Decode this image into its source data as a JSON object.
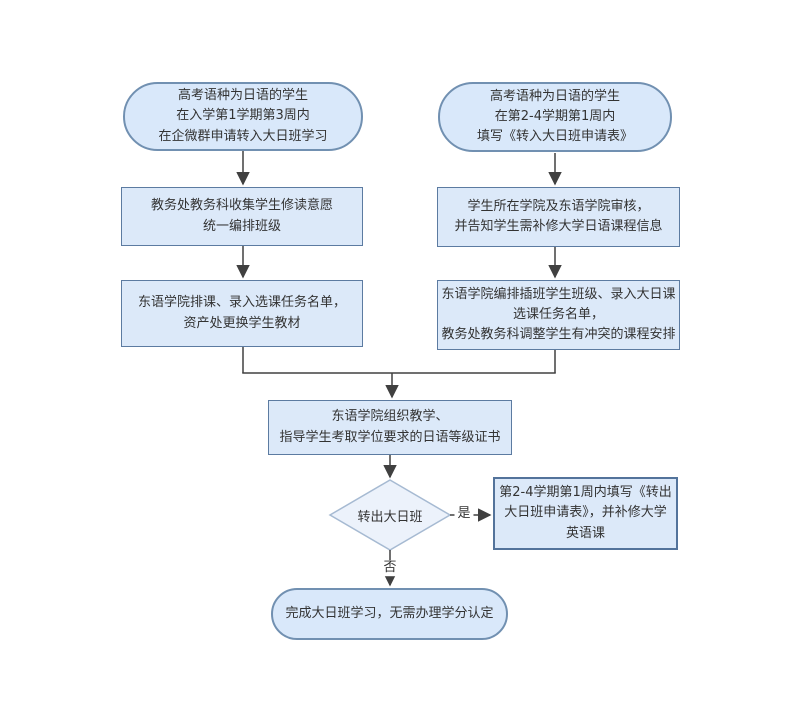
{
  "diagram": {
    "type": "flowchart",
    "background": "#ffffff",
    "colors": {
      "node_fill": "#dce9f9",
      "stadium_border": "#7190b1",
      "rect_border": "#5c7ba1",
      "diamond_fill": "#ecf2fb",
      "diamond_border": "#a6bad2",
      "line": "#404040",
      "text": "#333333"
    },
    "nodes": {
      "start_left": {
        "shape": "stadium",
        "lines": [
          "高考语种为日语的学生",
          "在入学第1学期第3周内",
          "在企微群申请转入大日班学习"
        ]
      },
      "start_right": {
        "shape": "stadium",
        "lines": [
          "高考语种为日语的学生",
          "在第2-4学期第1周内",
          "填写《转入大日班申请表》"
        ]
      },
      "left_step1": {
        "shape": "rect",
        "lines": [
          "教务处教务科收集学生修读意愿",
          "统一编排班级"
        ]
      },
      "right_step1": {
        "shape": "rect",
        "lines": [
          "学生所在学院及东语学院审核，",
          "并告知学生需补修大学日语课程信息"
        ]
      },
      "left_step2": {
        "shape": "rect",
        "lines": [
          "东语学院排课、录入选课任务名单，",
          "资产处更换学生教材"
        ]
      },
      "right_step2": {
        "shape": "rect",
        "lines": [
          "东语学院编排插班学生班级、录入大日课",
          "选课任务名单，",
          "教务处教务科调整学生有冲突的课程安排"
        ]
      },
      "merged_step": {
        "shape": "rect",
        "lines": [
          "东语学院组织教学、",
          "指导学生考取学位要求的日语等级证书"
        ]
      },
      "decision": {
        "shape": "diamond",
        "label": "转出大日班"
      },
      "yes_step": {
        "shape": "rect",
        "lines": [
          "第2-4学期第1周内填写《转出",
          "大日班申请表》，并补修大学",
          "英语课"
        ]
      },
      "end_node": {
        "shape": "stadium",
        "label": "完成大日班学习，无需办理学分认定"
      }
    },
    "edge_labels": {
      "yes": "是",
      "no": "否"
    }
  }
}
